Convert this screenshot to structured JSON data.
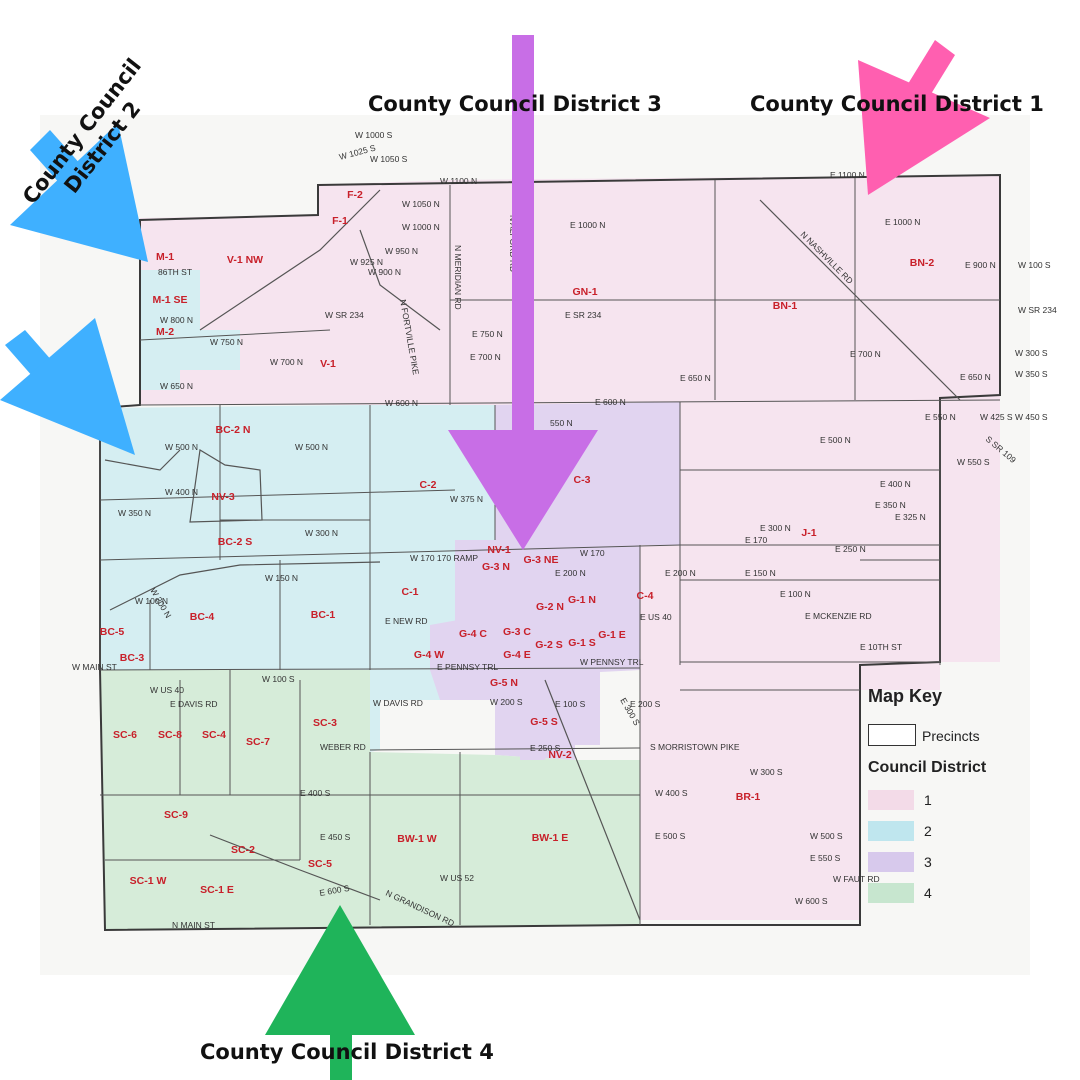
{
  "callouts": {
    "d1": "County Council District  1",
    "d2": "County Council District 2",
    "d3": "County Council District 3",
    "d4": "County Council District 4"
  },
  "arrows": {
    "d1": {
      "color": "#ff5fb0",
      "icon": "arrow-down-left-icon"
    },
    "d2": {
      "color": "#3fb0ff",
      "icon": "arrow-down-right-icon"
    },
    "d3": {
      "color": "#c86ee6",
      "icon": "arrow-down-icon"
    },
    "d4": {
      "color": "#1fb45a",
      "icon": "arrow-up-icon"
    }
  },
  "map_key": {
    "title": "Map Key",
    "precincts_label": "Precincts",
    "council_title": "Council District",
    "items": [
      {
        "label": "1",
        "color": "#f3dbe8"
      },
      {
        "label": "2",
        "color": "#bfe6ee"
      },
      {
        "label": "3",
        "color": "#d7c9ec"
      },
      {
        "label": "4",
        "color": "#c7e6cf"
      }
    ]
  },
  "districts": {
    "1": {
      "fill": "#f6e4ef"
    },
    "2": {
      "fill": "#d5eef2"
    },
    "3": {
      "fill": "#e1d4f0"
    },
    "4": {
      "fill": "#d6ecd9"
    }
  },
  "road_labels": [
    "W 1000 S",
    "W 1050 S",
    "W 1025 S",
    "W 1100 N",
    "W 1050 N",
    "W 1000 N",
    "W 950 N",
    "W 925 N",
    "W 900 N",
    "86TH ST",
    "W 800 N",
    "W 750 N",
    "W 700 N",
    "W 650 N",
    "W SR 234",
    "N FORTVILLE PIKE",
    "N MERIDIAN RD",
    "N ALFORD RD",
    "E 1000 N",
    "E 1100 N",
    "E 1000 N",
    "W 100 S",
    "W SR 234",
    "N NASHVILLE RD",
    "E 900 N",
    "E 750 N",
    "E 700 N",
    "E 650 N",
    "E 600 N",
    "E SR 234",
    "E 700 N",
    "W 300 S",
    "W 350 S",
    "E 650 N",
    "W 600 N",
    "W 500 N",
    "W 400 N",
    "W 350 N",
    "W 375 N",
    "W 300 N",
    "W 500 N",
    "550 N",
    "E 550 N",
    "W 425 S",
    "W 450 S",
    "S SR 109",
    "E 500 N",
    "W 550 S",
    "E 400 N",
    "E 350 N",
    "E 325 N",
    "E 300 N",
    "E 250 N",
    "E 200 N",
    "E 170",
    "W 170",
    "W 170 170 RAMP",
    "W 200 N",
    "W 150 N",
    "W 100 N",
    "E NEW RD",
    "E 200 N",
    "E 150 N",
    "E 100 N",
    "E MCKENZIE RD",
    "E US 40",
    "E 10TH ST",
    "W MAIN ST",
    "E PENNSY TRL",
    "W PENNSY TRL",
    "W US 40",
    "W 100 S",
    "E DAVIS RD",
    "W DAVIS RD",
    "E 100 S",
    "W 200 S",
    "E 200 S",
    "WEBER RD",
    "S MORRISTOWN PIKE",
    "E 250 S",
    "E 300 S",
    "W 300 S",
    "W 400 S",
    "E 400 S",
    "E 450 S",
    "E 500 S",
    "W 500 S",
    "E 550 S",
    "W FAUT RD",
    "W US 52",
    "W 600 S",
    "E 600 S",
    "N GRANDISON RD",
    "N MAIN ST"
  ],
  "precincts": [
    {
      "label": "F-2"
    },
    {
      "label": "F-1"
    },
    {
      "label": "M-1"
    },
    {
      "label": "V-1 NW"
    },
    {
      "label": "M-1 SE"
    },
    {
      "label": "M-2"
    },
    {
      "label": "V-1"
    },
    {
      "label": "GN-1"
    },
    {
      "label": "BN-1"
    },
    {
      "label": "BN-2"
    },
    {
      "label": "BC-2 N"
    },
    {
      "label": "NV-3"
    },
    {
      "label": "BC-2 S"
    },
    {
      "label": "C-2"
    },
    {
      "label": "C-3"
    },
    {
      "label": "C-1"
    },
    {
      "label": "C-4"
    },
    {
      "label": "J-1"
    },
    {
      "label": "BC-4"
    },
    {
      "label": "BC-1"
    },
    {
      "label": "BC-5"
    },
    {
      "label": "BC-3"
    },
    {
      "label": "NV-1"
    },
    {
      "label": "G-3 NE"
    },
    {
      "label": "G-3 N"
    },
    {
      "label": "G-2 N"
    },
    {
      "label": "G-1 N"
    },
    {
      "label": "G-3 C"
    },
    {
      "label": "G-1 E"
    },
    {
      "label": "G-4 C"
    },
    {
      "label": "G-2 S"
    },
    {
      "label": "G-1 S"
    },
    {
      "label": "G-4 E"
    },
    {
      "label": "G-4 W"
    },
    {
      "label": "G-5 N"
    },
    {
      "label": "G-5 S"
    },
    {
      "label": "NV-2"
    },
    {
      "label": "SC-6"
    },
    {
      "label": "SC-8"
    },
    {
      "label": "SC-4"
    },
    {
      "label": "SC-7"
    },
    {
      "label": "SC-3"
    },
    {
      "label": "BR-1"
    },
    {
      "label": "SC-9"
    },
    {
      "label": "SC-2"
    },
    {
      "label": "SC-5"
    },
    {
      "label": "BW-1 W"
    },
    {
      "label": "BW-1 E"
    },
    {
      "label": "SC-1 W"
    },
    {
      "label": "SC-1 E"
    }
  ]
}
